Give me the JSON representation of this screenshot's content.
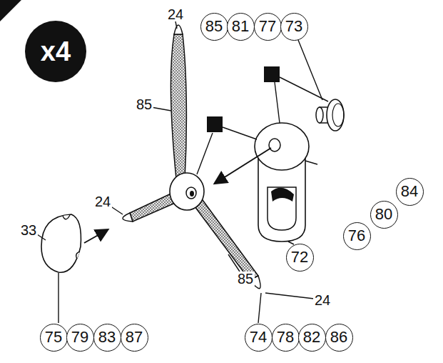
{
  "diagram": {
    "nodes": [
      {
        "text": [
          "x4"
        ]
      },
      {
        "text": [
          "85"
        ]
      },
      {
        "text": [
          "81"
        ]
      },
      {
        "text": [
          "77"
        ]
      },
      {
        "text": [
          "73"
        ]
      },
      {
        "text": [
          "84"
        ]
      },
      {
        "text": [
          "80"
        ]
      },
      {
        "text": [
          "76"
        ]
      },
      {
        "text": [
          "72"
        ]
      },
      {
        "text": [
          "75"
        ]
      },
      {
        "text": [
          "79"
        ]
      },
      {
        "text": [
          "83"
        ]
      },
      {
        "text": [
          "87"
        ]
      },
      {
        "text": [
          "74"
        ]
      },
      {
        "text": [
          "78"
        ]
      },
      {
        "text": [
          "82"
        ]
      },
      {
        "text": [
          "86"
        ]
      }
    ],
    "labels": [
      "24",
      "85",
      "24",
      "33",
      "85",
      "24"
    ]
  }
}
